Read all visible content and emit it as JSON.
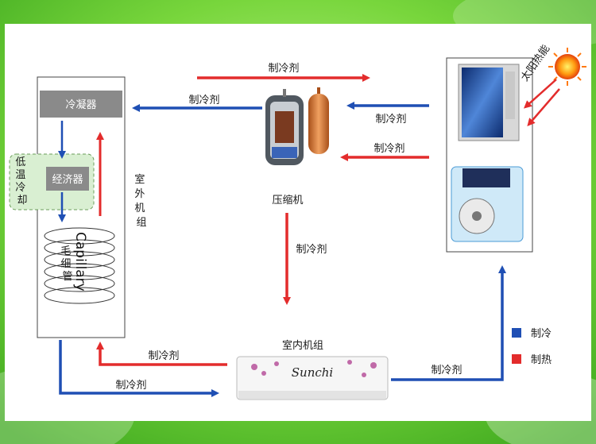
{
  "labels": {
    "refrigerant": "制冷剂",
    "compressor": "压缩机",
    "condenser": "冷凝器",
    "economizer": "经济器",
    "low_temp_cooling": "低温冷却",
    "outdoor_unit": "室外机组",
    "capillary_cn": "毛细管",
    "capillary_en": "Capillary",
    "indoor_unit": "室内机组",
    "solar_heat": "太阳热能",
    "brand": "Sunchi"
  },
  "legend": [
    {
      "label": "制冷",
      "color": "#1f4fb4"
    },
    {
      "label": "制热",
      "color": "#e32c2c"
    }
  ],
  "colors": {
    "cooling": "#1f4fb4",
    "heating": "#e32c2c",
    "background_green": "#6fcf3a",
    "box_gray": "#8a8a8a"
  }
}
